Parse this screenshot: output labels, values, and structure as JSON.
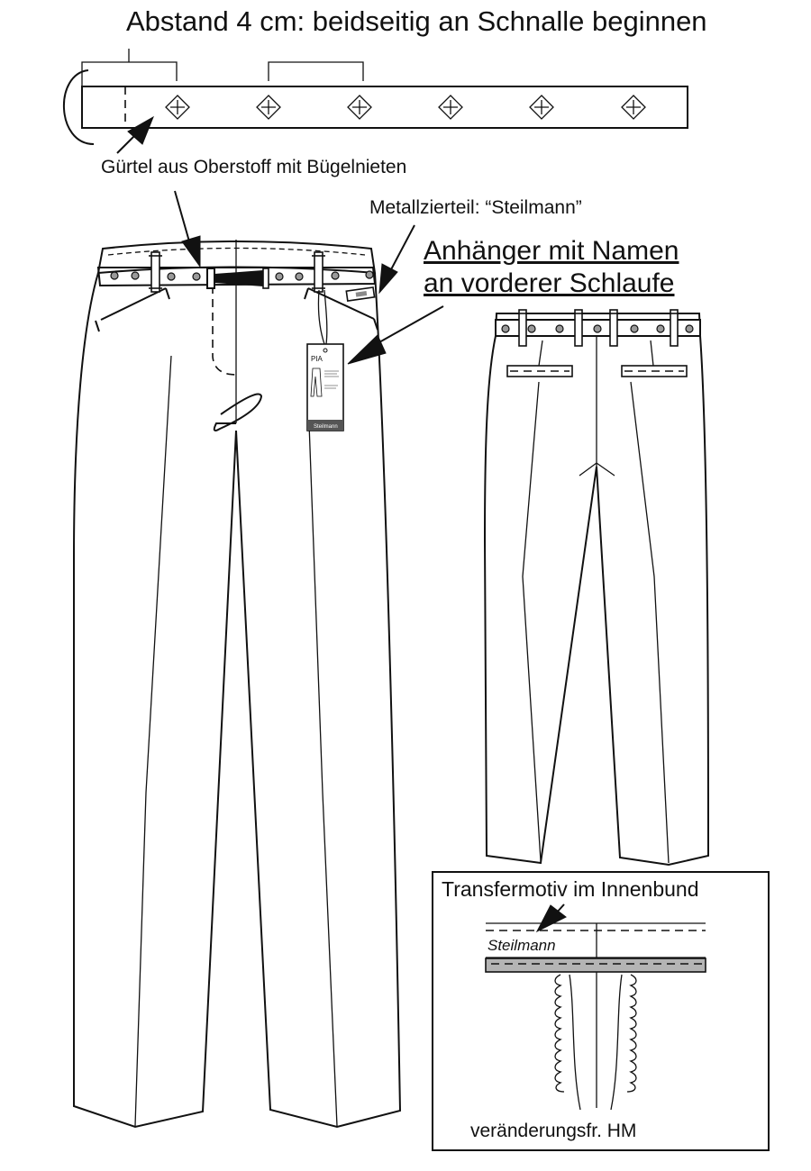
{
  "annotations": {
    "spacing_note": "Abstand 4 cm: beidseitig an Schnalle beginnen",
    "belt_note": "Gürtel aus Oberstoff mit Bügelnieten",
    "metal_trim": "Metallzierteil: “Steilmann”",
    "hangtag_line1": "Anhänger mit Namen",
    "hangtag_line2": "an vorderer Schlaufe"
  },
  "hangtag": {
    "name": "PIA",
    "brand": "Steilmann"
  },
  "detail_box": {
    "title": "Transfermotiv im Innenbund",
    "logo_text": "Steilmann",
    "footer": "veränderungsfr. HM"
  },
  "colors": {
    "ink": "#111111",
    "paper": "#ffffff",
    "grey_band": "#b4b4b4",
    "rivet": "#9a9a9a"
  }
}
